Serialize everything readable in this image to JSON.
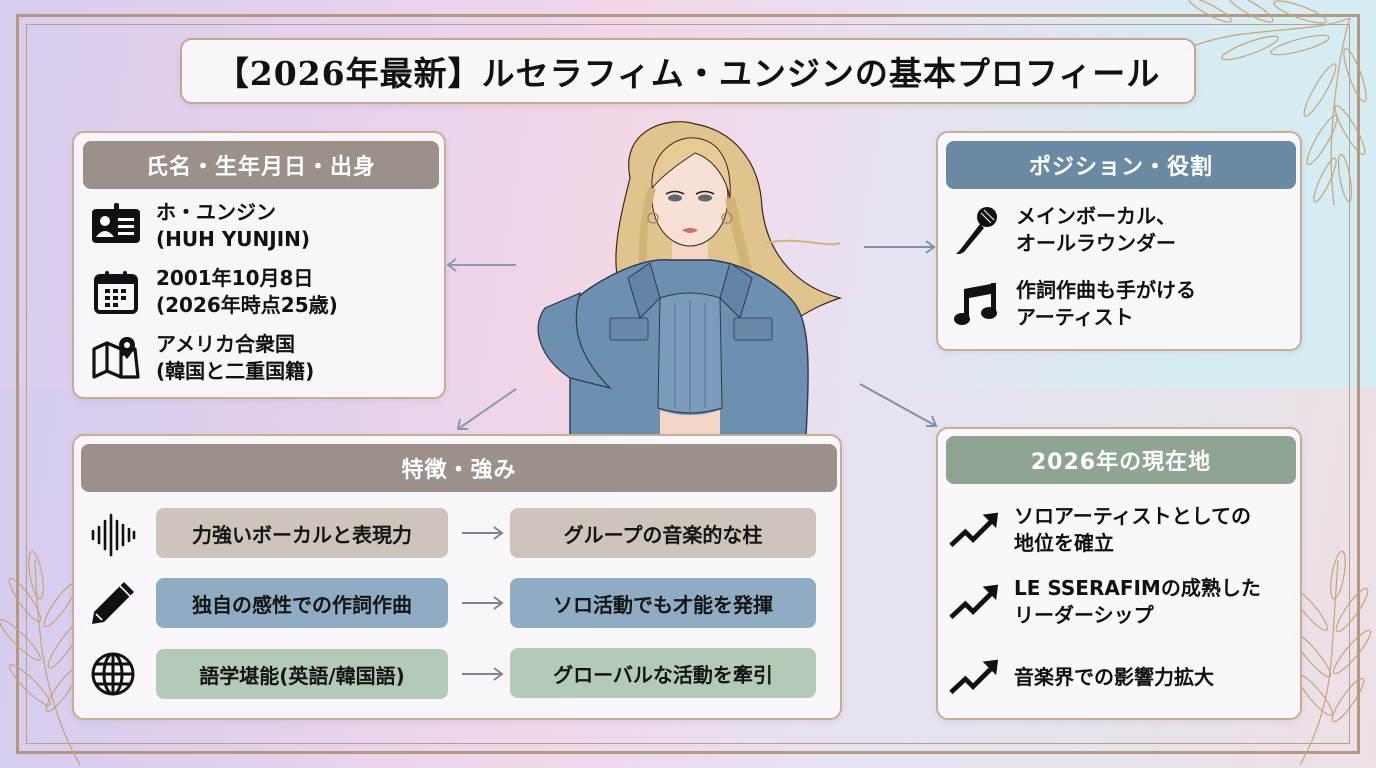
{
  "title": "【2026年最新】ルセラフィム・ユンジンの基本プロフィール",
  "colors": {
    "frame": "#b49880",
    "header_taupe": "#9c908b",
    "header_blue": "#6a8aa3",
    "header_green": "#8ea591",
    "pill_taupe": "#cdc4bc",
    "pill_blue": "#8fadc2",
    "pill_green": "#b3cbb6"
  },
  "profile_card": {
    "header": "氏名・生年月日・出身",
    "items": [
      {
        "icon": "id-badge-icon",
        "lines": [
          "ホ・ユンジン",
          "(HUH YUNJIN)"
        ]
      },
      {
        "icon": "calendar-icon",
        "lines": [
          "2001年10月8日",
          "(2026年時点25歳)"
        ]
      },
      {
        "icon": "map-pin-icon",
        "lines": [
          "アメリカ合衆国",
          "(韓国と二重国籍)"
        ]
      }
    ]
  },
  "position_card": {
    "header": "ポジション・役割",
    "items": [
      {
        "icon": "microphone-icon",
        "lines": [
          "メインボーカル、",
          "オールラウンダー"
        ]
      },
      {
        "icon": "music-note-icon",
        "lines": [
          "作詞作曲も手がける",
          "アーティスト"
        ]
      }
    ]
  },
  "current_card": {
    "header": "2026年の現在地",
    "items": [
      {
        "icon": "trending-up-icon",
        "lines": [
          "ソロアーティストとしての",
          "地位を確立"
        ]
      },
      {
        "icon": "trending-up-icon",
        "lines": [
          "LE SSERAFIMの成熟した",
          "リーダーシップ"
        ]
      },
      {
        "icon": "trending-up-icon",
        "lines": [
          "音楽界での影響力拡大"
        ]
      }
    ]
  },
  "strengths_card": {
    "header": "特徴・強み",
    "rows": [
      {
        "icon": "sound-wave-icon",
        "left": "力強いボーカルと表現力",
        "right": "グループの音楽的な柱",
        "color": "taupe"
      },
      {
        "icon": "pencil-icon",
        "left": "独自の感性での作詞作曲",
        "right": "ソロ活動でも才能を発揮",
        "color": "blue"
      },
      {
        "icon": "globe-icon",
        "left": "語学堪能(英語/韓国語)",
        "right": "グローバルな活動を牽引",
        "color": "green"
      }
    ]
  },
  "figure": {
    "description": "illustration of woman with long blonde hair in denim jacket and denim corset top"
  }
}
